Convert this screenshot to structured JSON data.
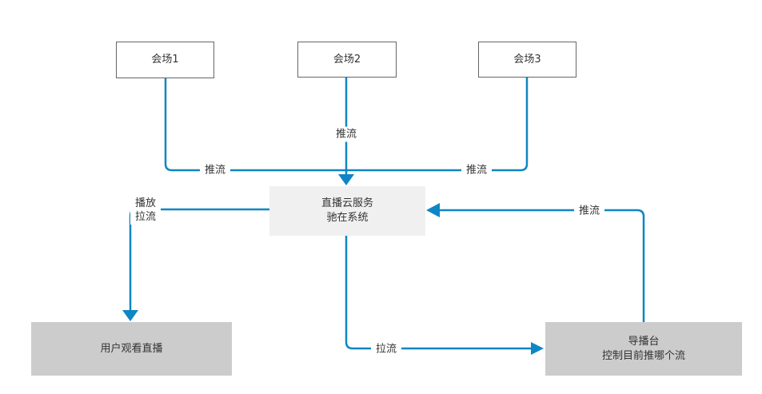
{
  "diagram": {
    "title": "live-streaming-flow",
    "nodes": {
      "venue1": {
        "label": "会场1"
      },
      "venue2": {
        "label": "会场2"
      },
      "venue3": {
        "label": "会场3"
      },
      "cloud": {
        "line1": "直播云服务",
        "line2": "驰在系统"
      },
      "viewers": {
        "label": "用户观看直播"
      },
      "director": {
        "line1": "导播台",
        "line2": "控制目前推哪个流"
      }
    },
    "edge_labels": {
      "push_mid": "推流",
      "push_left": "推流",
      "push_right": "推流",
      "play_line1": "播放",
      "play_line2": "拉流",
      "push_far_right": "推流",
      "pull_bottom": "拉流"
    },
    "colors": {
      "line": "#0e86c5",
      "node_border": "#666666",
      "cloud_fill": "#f0f0f0",
      "terminal_fill": "#cccccc",
      "text": "#333333",
      "bg": "#ffffff"
    }
  }
}
